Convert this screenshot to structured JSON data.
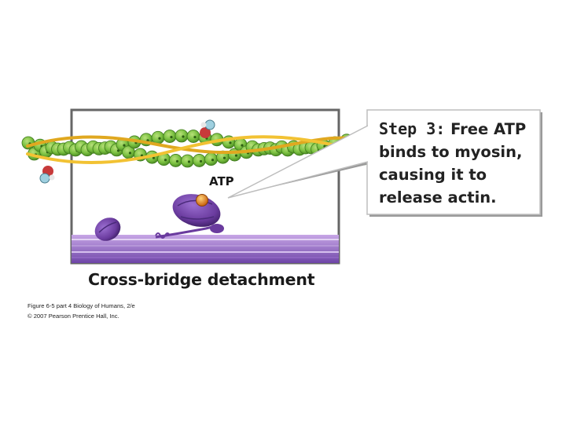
{
  "diagram": {
    "atp_label": "ATP",
    "callout": {
      "step": "Step 3:",
      "line1_rest": " Free ATP",
      "line2": "binds to myosin,",
      "line3": "causing it to",
      "line4": "release actin."
    },
    "caption": "Cross-bridge detachment",
    "credit_line1": "Figure 6-5 part 4  Biology of Humans, 2/e",
    "credit_line2": "© 2007 Pearson Prentice Hall, Inc."
  },
  "colors": {
    "actin_bead": "#7cc242",
    "actin_bead_dark": "#4e8f25",
    "tropomyosin": "#f2c233",
    "myosin": "#6a3b9e",
    "myosin_filament": "#9a6cc8",
    "atp": "#e07a1a",
    "frame": "#555555"
  },
  "icons": [
    "actin-filament",
    "tropomyosin-strand",
    "troponin-complex",
    "myosin-head",
    "atp-molecule",
    "thick-filament",
    "callout-bubble"
  ]
}
